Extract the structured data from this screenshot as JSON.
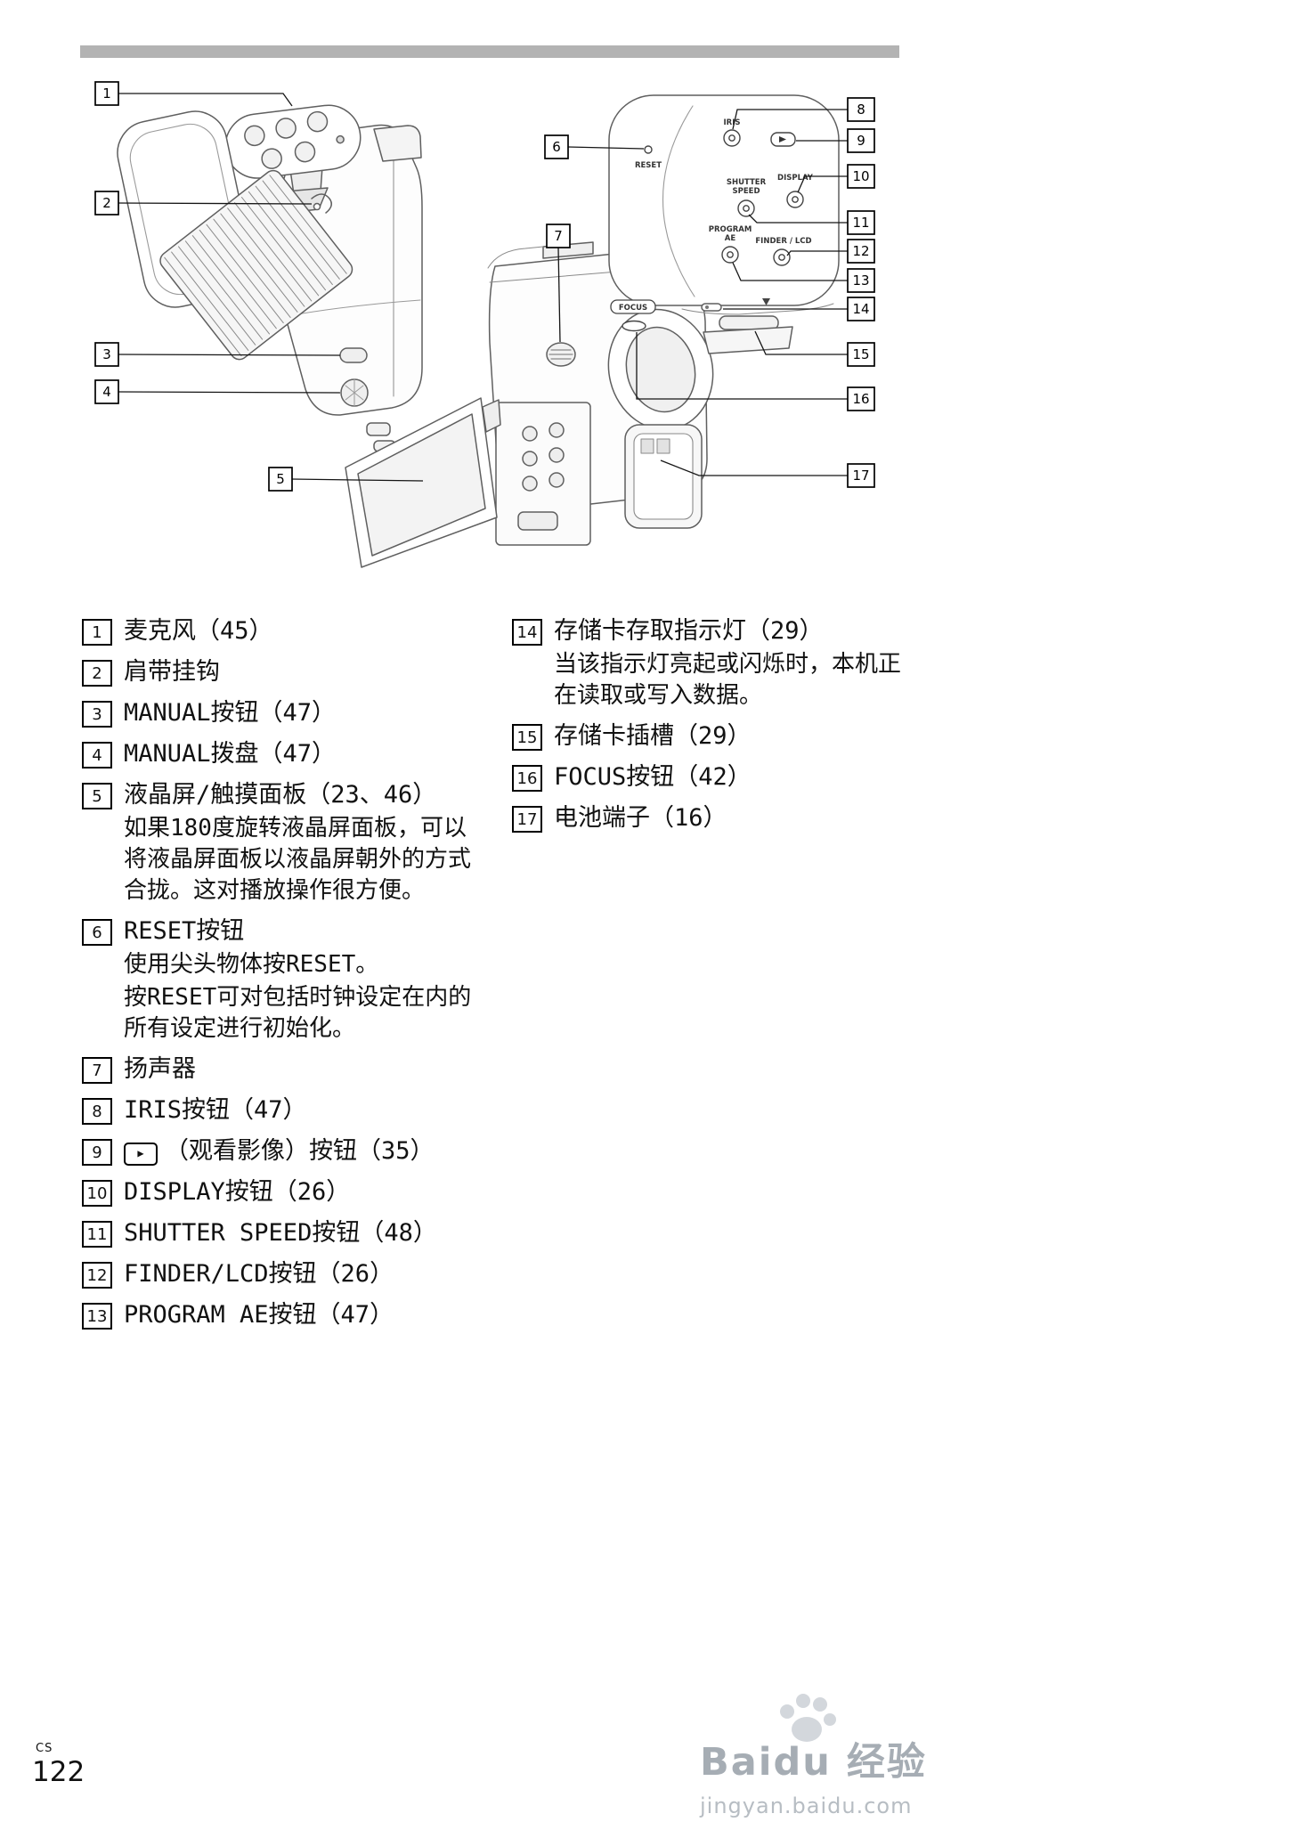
{
  "page": {
    "lang_code": "CS",
    "number": "122"
  },
  "watermark": {
    "brand_latin": "Baidu",
    "brand_cjk": "经验",
    "url": "jingyan.baidu.com"
  },
  "diagram": {
    "nums": [
      "1",
      "2",
      "3",
      "4",
      "5",
      "6",
      "7",
      "8",
      "9",
      "10",
      "11",
      "12",
      "13",
      "14",
      "15",
      "16",
      "17"
    ],
    "panel": {
      "reset": "RESET",
      "iris": "IRIS",
      "shutter1": "SHUTTER",
      "shutter2": "SPEED",
      "display": "DISPLAY",
      "program1": "PROGRAM",
      "program2": "AE",
      "finder": "FINDER / LCD",
      "focus": "FOCUS"
    }
  },
  "list": {
    "left": [
      {
        "num": "1",
        "title": "麦克风（45）"
      },
      {
        "num": "2",
        "title": "肩带挂钩"
      },
      {
        "num": "3",
        "title": "MANUAL按钮（47）"
      },
      {
        "num": "4",
        "title": "MANUAL拨盘（47）"
      },
      {
        "num": "5",
        "title": "液晶屏/触摸面板（23、46）",
        "desc": "如果180度旋转液晶屏面板，可以将液晶屏面板以液晶屏朝外的方式合拢。这对播放操作很方便。"
      },
      {
        "num": "6",
        "title": "RESET按钮",
        "desc": "使用尖头物体按RESET。",
        "desc2": "按RESET可对包括时钟设定在内的所有设定进行初始化。"
      },
      {
        "num": "7",
        "title": "扬声器"
      },
      {
        "num": "8",
        "title": "IRIS按钮（47）"
      },
      {
        "num": "9",
        "icon": "▶",
        "title": "（观看影像）按钮（35）"
      },
      {
        "num": "10",
        "title": "DISPLAY按钮（26）"
      },
      {
        "num": "11",
        "title": "SHUTTER SPEED按钮（48）"
      },
      {
        "num": "12",
        "title": "FINDER/LCD按钮（26）"
      },
      {
        "num": "13",
        "title": "PROGRAM AE按钮（47）"
      }
    ],
    "right": [
      {
        "num": "14",
        "title": "存储卡存取指示灯（29）",
        "desc": "当该指示灯亮起或闪烁时，本机正在读取或写入数据。"
      },
      {
        "num": "15",
        "title": "存储卡插槽（29）"
      },
      {
        "num": "16",
        "title": "FOCUS按钮（42）"
      },
      {
        "num": "17",
        "title": "电池端子（16）"
      }
    ]
  }
}
